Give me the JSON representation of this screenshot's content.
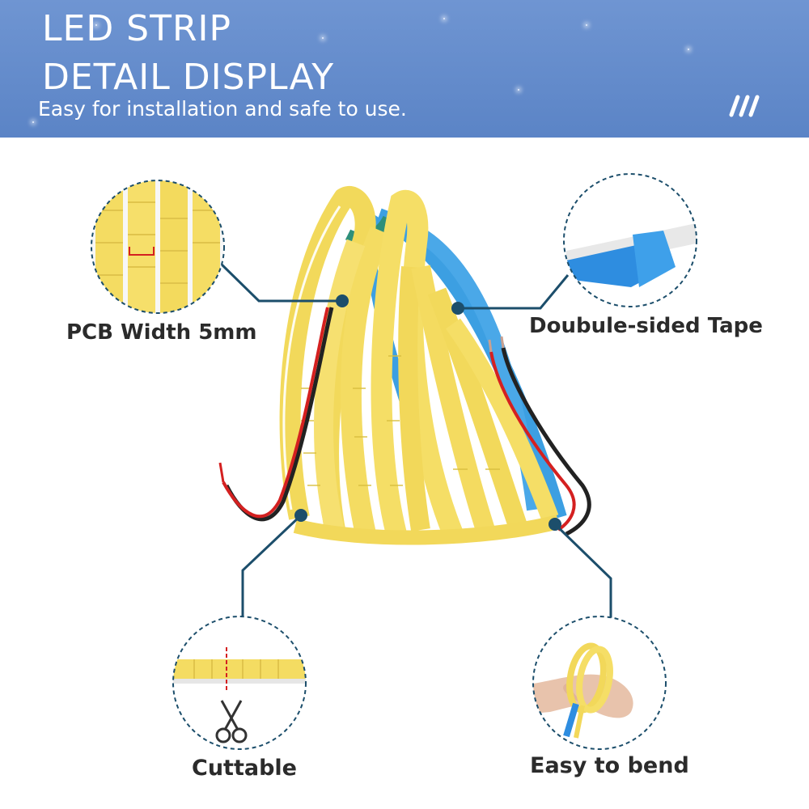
{
  "banner": {
    "title_line1": "LED STRIP",
    "title_line2": "DETAIL DISPLAY",
    "subtitle": "Easy for installation and safe to use.",
    "logo_icon": "brand-slash-logo-icon",
    "background_color": "#5f88c9"
  },
  "callouts": {
    "pcb_width": "PCB Width 5mm",
    "double_sided_tape": "Doubule-sided Tape",
    "cuttable": "Cuttable",
    "easy_to_bend": "Easy to bend"
  },
  "colors": {
    "led_yellow": "#f3dc63",
    "tape_blue": "#3a9be0",
    "callout_line": "#1c4e6b",
    "wire_red": "#d42020",
    "wire_black": "#222222"
  },
  "icons": [
    "scissors-icon",
    "brand-slash-logo-icon"
  ]
}
